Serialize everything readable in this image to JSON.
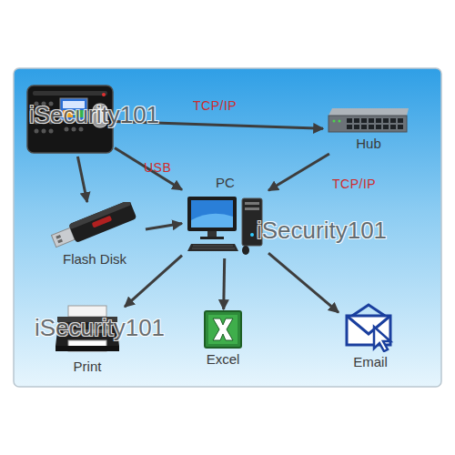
{
  "diagram": {
    "nodes": [
      {
        "text": []
      },
      {
        "text": [
          "Hub"
        ]
      },
      {
        "text": [
          "PC"
        ]
      },
      {
        "text": [
          "Flash Disk"
        ]
      },
      {
        "text": [
          "Print"
        ]
      },
      {
        "text": [
          "Excel"
        ]
      },
      {
        "text": [
          "Email"
        ]
      }
    ],
    "edges": [
      {
        "from": 0,
        "to": 1,
        "label": "TCP/IP",
        "arrow": "to"
      },
      {
        "from": 0,
        "to": 2,
        "label": "USB",
        "arrow": "to"
      },
      {
        "from": 0,
        "to": 3,
        "arrow": "to"
      },
      {
        "from": 3,
        "to": 2,
        "arrow": "to"
      },
      {
        "from": 1,
        "to": 2,
        "label": "TCP/IP",
        "arrow": "to"
      },
      {
        "from": 2,
        "to": 4,
        "arrow": "to"
      },
      {
        "from": 2,
        "to": 5,
        "arrow": "to"
      },
      {
        "from": 2,
        "to": 6,
        "arrow": "to"
      }
    ],
    "labels": [
      "iSecurity101",
      "iSecurity101",
      "iSecurity101"
    ]
  }
}
